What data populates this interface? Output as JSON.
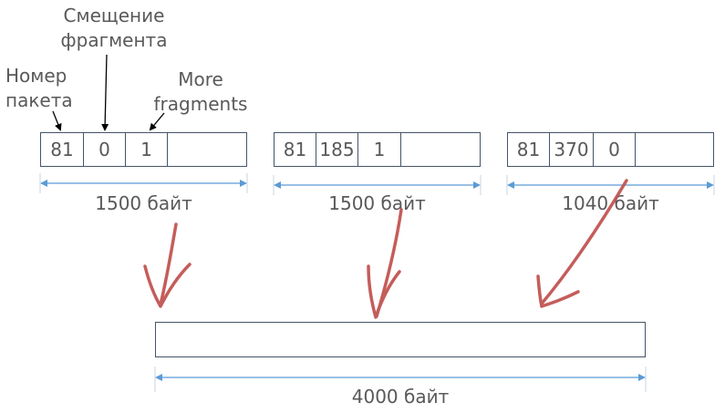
{
  "labels": {
    "packet_number": "Номер\nпакета",
    "fragment_offset": "Смещение\nфрагмента",
    "more_fragments": "More\nfragments"
  },
  "fragments": [
    {
      "id": "81",
      "offset": "0",
      "more_fragments": "1",
      "size": "1500 байт"
    },
    {
      "id": "81",
      "offset": "185",
      "more_fragments": "1",
      "size": "1500 байт"
    },
    {
      "id": "81",
      "offset": "370",
      "more_fragments": "0",
      "size": "1040 байт"
    }
  ],
  "reassembled": {
    "size": "4000 байт"
  },
  "colors": {
    "box_border": "#44546a",
    "dimension_line": "#5b9bd5",
    "arrow": "#c0504d",
    "text": "#595959"
  }
}
